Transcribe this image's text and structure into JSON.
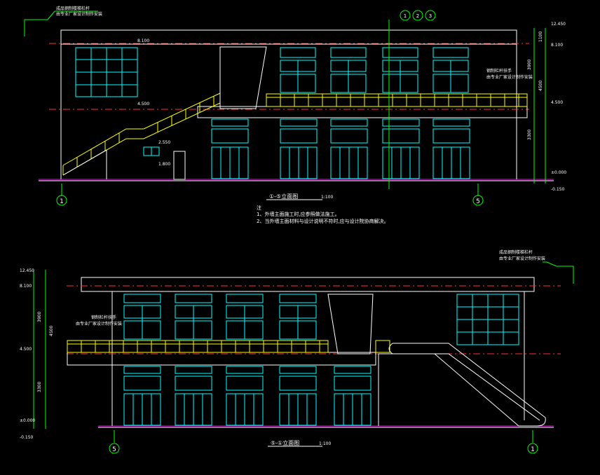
{
  "top": {
    "title_label": "①-⑤立面图",
    "scale": "1:100",
    "axis_left": "1",
    "axis_right": "5",
    "axis_ref_a": "1",
    "axis_ref_b": "2",
    "axis_ref_c": "3",
    "callout_top_left_1": "成品钢制楼梯栏杆",
    "callout_top_left_2": "由专业厂家设计制作安装",
    "callout_right_1": "钢制栏杆扶手",
    "callout_right_2": "由专业厂家设计制作安装",
    "elev_roof": "12.450",
    "elev_upper": "4.500",
    "elev_ground": "±0.000",
    "elev_neg": "-0.150",
    "elev_win_top": "8.100",
    "elev_lower_win": "2.550",
    "elev_door": "1.800",
    "dim_1": "3900",
    "dim_2": "4500",
    "dim_3": "3300",
    "dim_4": "1100"
  },
  "notes": {
    "title": "注",
    "line1": "1、外墙主面施工时,应参照做法施工。",
    "line2": "2、当外墙主面材料与设计说明不符时,应与设计院协商解决。"
  },
  "bottom": {
    "title_label": "⑤-①立面图",
    "scale": "1:100",
    "axis_left": "5",
    "axis_right": "1",
    "callout_top_right_1": "成品钢制楼梯栏杆",
    "callout_top_right_2": "由专业厂家设计制作安装",
    "callout_left_1": "钢制栏杆扶手",
    "callout_left_2": "由专业厂家设计制作安装",
    "elev_roof": "12.450",
    "elev_upper": "4.500",
    "elev_ground": "±0.000",
    "elev_neg": "-0.150",
    "elev_win_top": "8.100",
    "dim_1": "3900",
    "dim_2": "4500",
    "dim_3": "3300"
  }
}
